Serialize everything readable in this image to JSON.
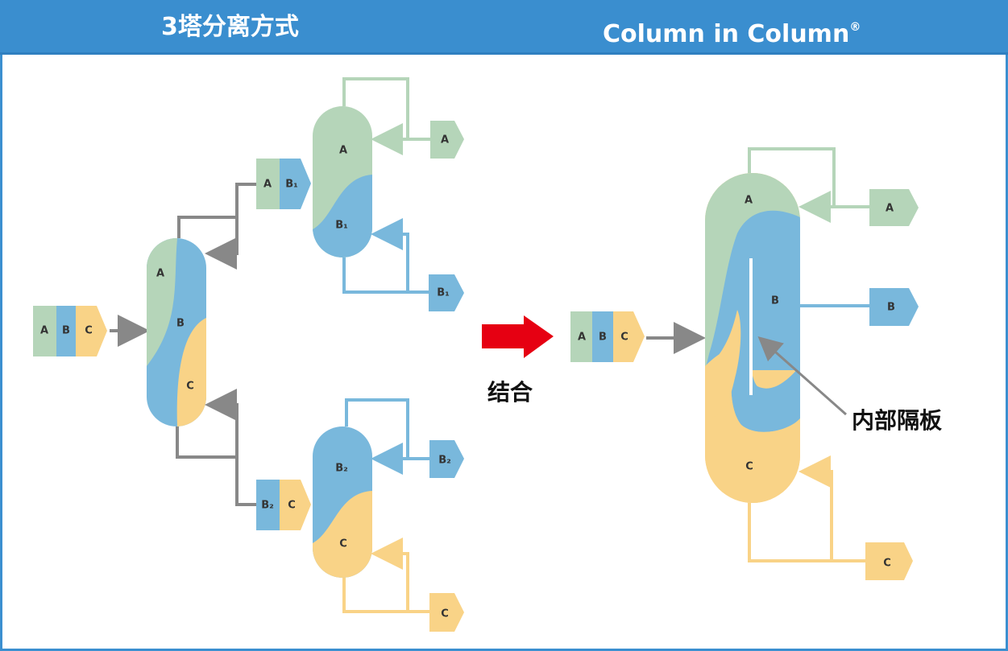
{
  "header": {
    "left_title": "3塔分离方式",
    "right_title": "Column in Column",
    "right_title_mark": "®"
  },
  "colors": {
    "header_bg": "#3a8ecf",
    "component_A": "#b5d5b9",
    "component_B": "#79b8dc",
    "component_C": "#f9d387",
    "flow_line": "#888888",
    "combine_arrow": "#e60012"
  },
  "left_diagram": {
    "feed": [
      "A",
      "B",
      "C"
    ],
    "column1": {
      "labels": [
        "A",
        "B",
        "C"
      ]
    },
    "stream_top": [
      "A",
      "B₁"
    ],
    "stream_bottom": [
      "B₂",
      "C"
    ],
    "column2": {
      "labels": [
        "A",
        "B₁"
      ],
      "outputs": [
        "A",
        "B₁"
      ]
    },
    "column3": {
      "labels": [
        "B₂",
        "C"
      ],
      "outputs": [
        "B₂",
        "C"
      ]
    }
  },
  "middle": {
    "combine_label": "结合"
  },
  "right_diagram": {
    "feed": [
      "A",
      "B",
      "C"
    ],
    "column": {
      "labels": [
        "A",
        "B",
        "C"
      ]
    },
    "outputs": [
      "A",
      "B",
      "C"
    ],
    "partition_label": "内部隔板"
  }
}
